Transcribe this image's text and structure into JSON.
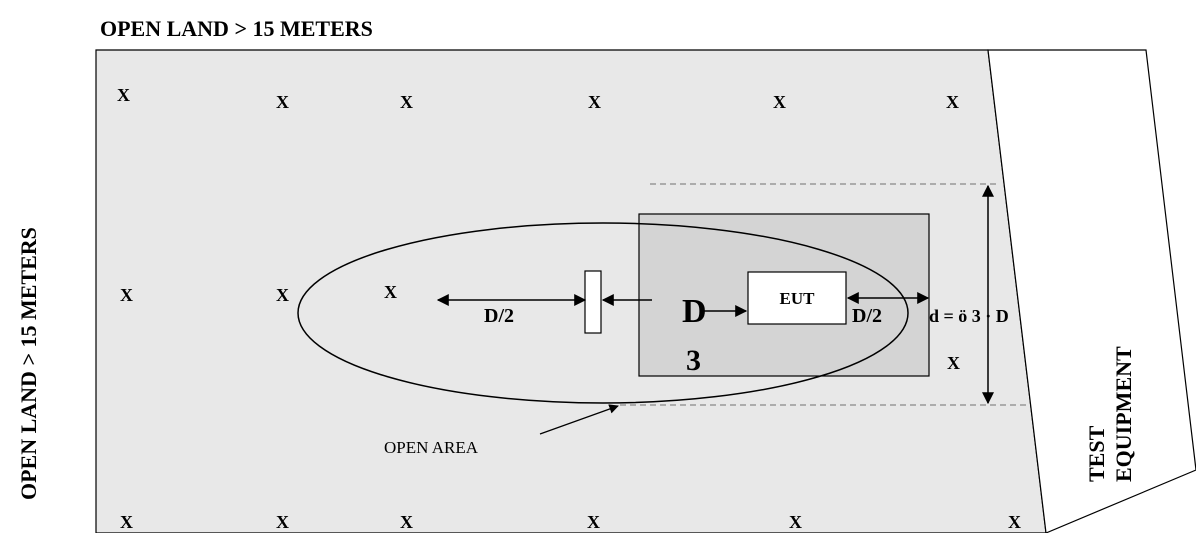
{
  "labels": {
    "top_title": "OPEN LAND > 15 METERS",
    "side_title": "OPEN LAND > 15 METERS",
    "eut": "EUT",
    "open_area": "OPEN AREA",
    "d_half_left": "D/2",
    "d_half_right": "D/2",
    "d_big": "D",
    "d_three": "3",
    "formula": "d = ö 3 · D",
    "test_equipment_line1": "TEST",
    "test_equipment_line2": "EQUIPMENT"
  },
  "markers": {
    "symbol": "X"
  },
  "colors": {
    "ground": "#e8e8e8",
    "test_zone": "#d4d4d4",
    "stroke": "#000000",
    "dashed": "#888888"
  }
}
